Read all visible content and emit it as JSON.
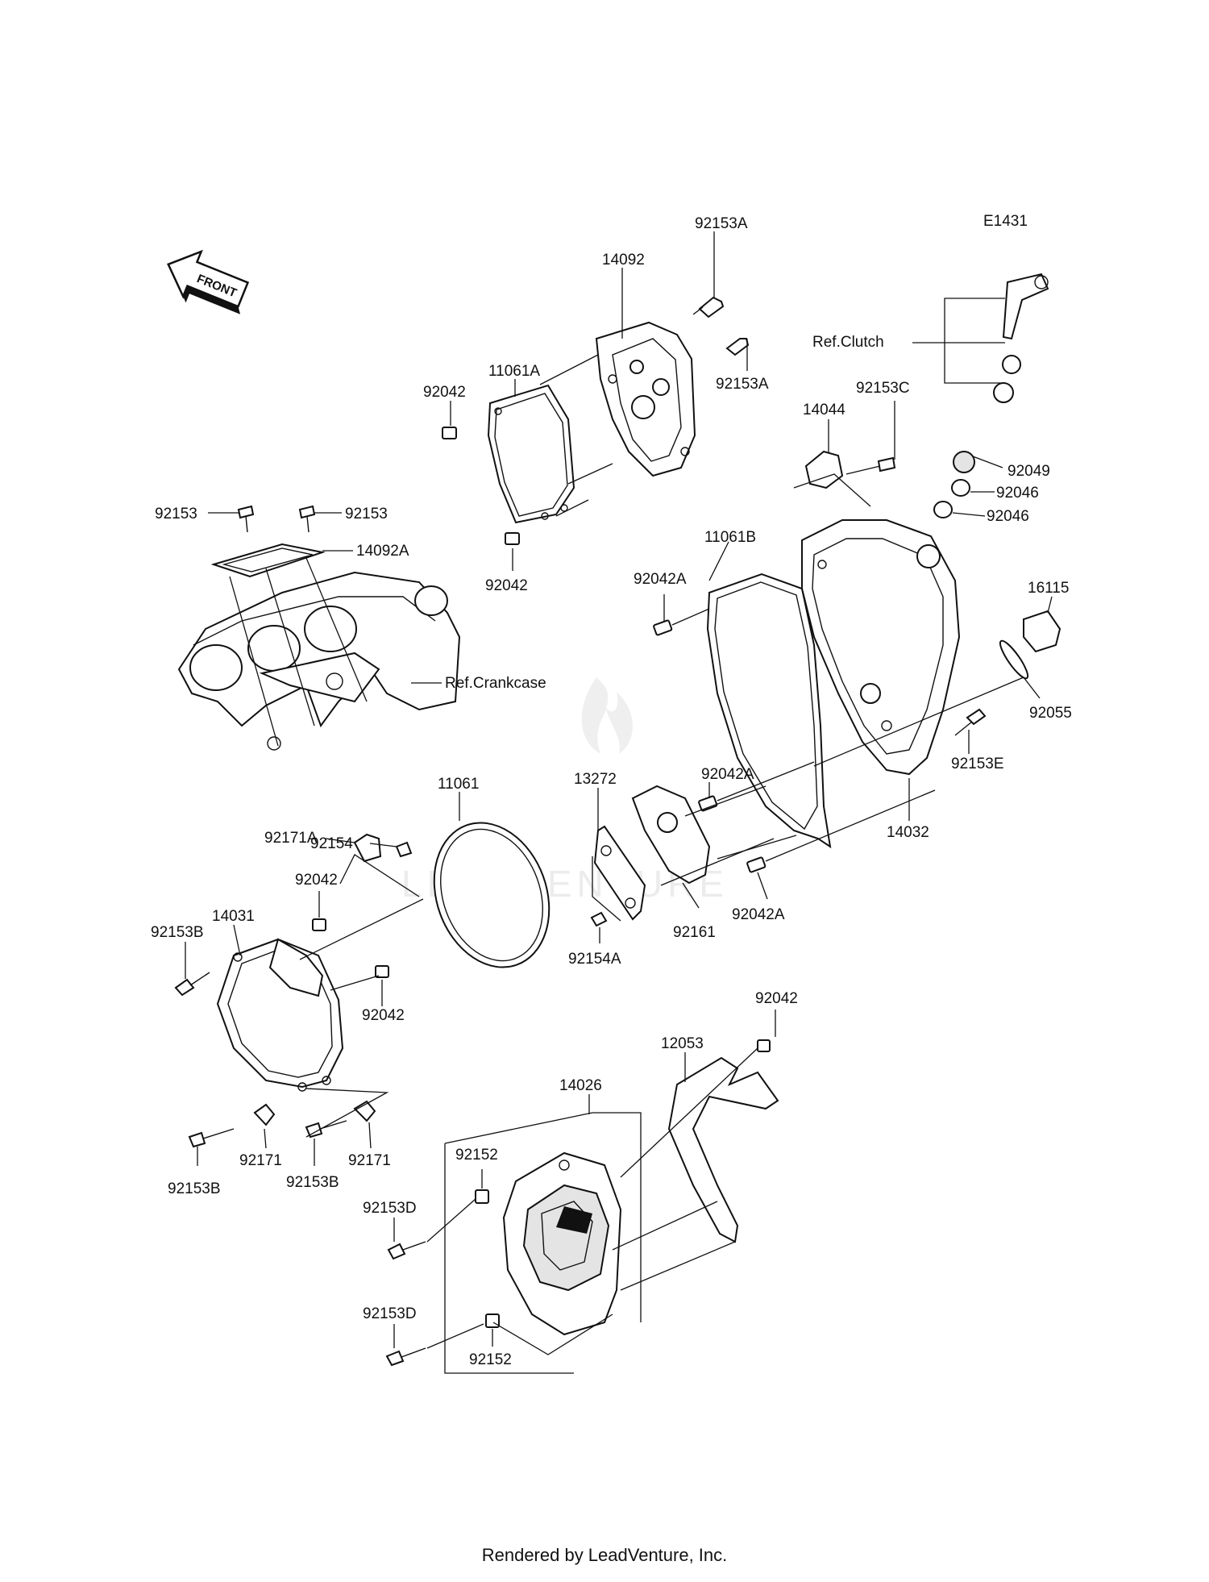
{
  "diagram_id": "E1431",
  "front_badge": "FRONT",
  "watermark": "LEADVENTURE",
  "footer": "Rendered by LeadVenture, Inc.",
  "references": {
    "clutch": "Ref.Clutch",
    "crankcase": "Ref.Crankcase"
  },
  "parts": {
    "p92153A_top": "92153A",
    "p14092": "14092",
    "p11061A": "11061A",
    "p92153A_right": "92153A",
    "p92042_a": "92042",
    "p92042_b": "92042",
    "p92153_left": "92153",
    "p92153_right": "92153",
    "p14092A": "14092A",
    "p92153C": "92153C",
    "p14044": "14044",
    "p92049": "92049",
    "p92046_a": "92046",
    "p92046_b": "92046",
    "p11061B": "11061B",
    "p92042A_a": "92042A",
    "p16115": "16115",
    "p92055": "92055",
    "p92153E": "92153E",
    "p92042A_b": "92042A",
    "p14032": "14032",
    "p11061": "11061",
    "p13272": "13272",
    "p92154": "92154",
    "p92171A": "92171A",
    "p92042_c": "92042",
    "p14031": "14031",
    "p92153B_a": "92153B",
    "p92042_d": "92042",
    "p92161": "92161",
    "p92042A_c": "92042A",
    "p92154A": "92154A",
    "p92042_e": "92042",
    "p12053": "12053",
    "p14026": "14026",
    "p92171_a": "92171",
    "p92171_b": "92171",
    "p92153B_b": "92153B",
    "p92153B_c": "92153B",
    "p92152_a": "92152",
    "p92153D_a": "92153D",
    "p92153D_b": "92153D",
    "p92152_b": "92152"
  }
}
